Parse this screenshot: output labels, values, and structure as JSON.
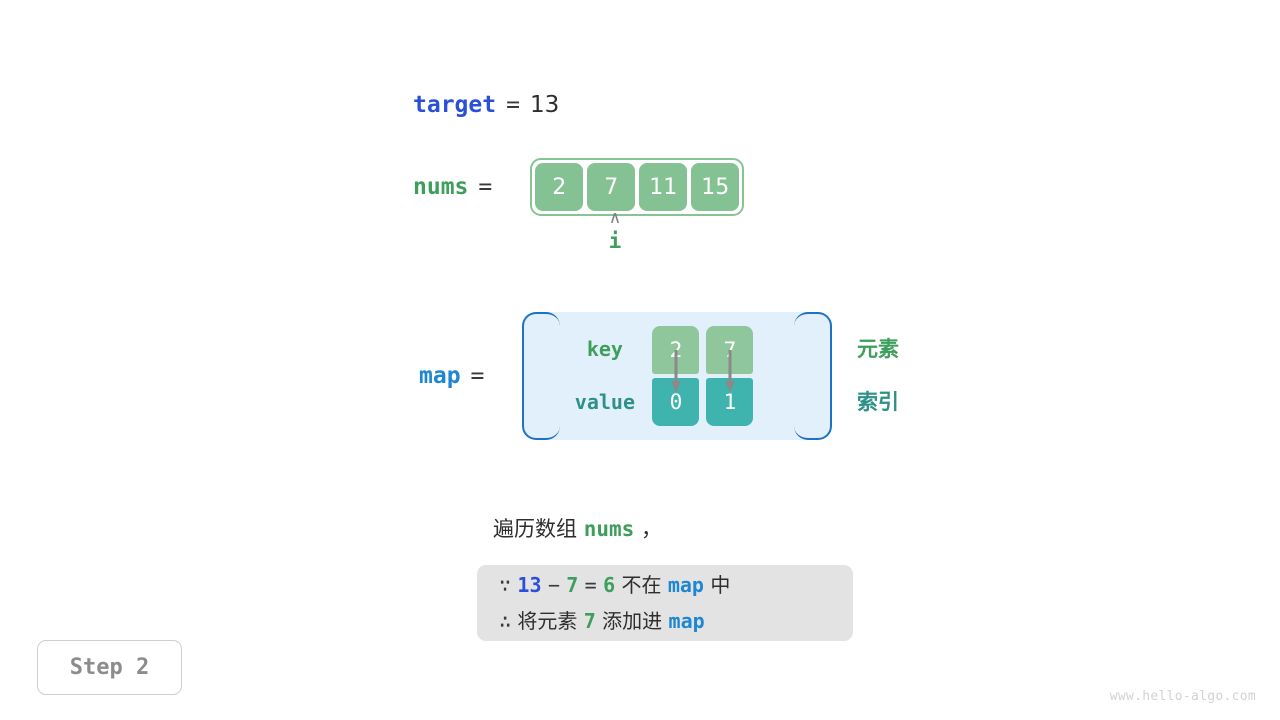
{
  "target": {
    "name": "target",
    "equals": "=",
    "value": "13"
  },
  "nums": {
    "name": "nums",
    "equals": "=",
    "cells": [
      "2",
      "7",
      "11",
      "15"
    ],
    "pointer": {
      "caret": "∧",
      "label": "i",
      "index": 1
    }
  },
  "map": {
    "name": "map",
    "equals": "=",
    "row_labels": [
      "key",
      "value"
    ],
    "keys": [
      "2",
      "7"
    ],
    "values": [
      "0",
      "1"
    ],
    "legend": [
      "元素",
      "索引"
    ]
  },
  "caption": {
    "prefix": "遍历数组 ",
    "code": "nums",
    "suffix": " ，"
  },
  "note": {
    "line1": {
      "because": "∵",
      "a": "13",
      "minus": "−",
      "b": "7",
      "eq": "=",
      "result": "6",
      "text_mid": "不在",
      "map": "map",
      "text_end": "中"
    },
    "line2": {
      "therefore": "∴",
      "text_start": "将元素",
      "elem": "7",
      "text_mid": "添加进",
      "map": "map"
    }
  },
  "step_badge": "Step 2",
  "watermark": "www.hello-algo.com",
  "colors": {
    "target_blue": "#2B50D8",
    "nums_green": "#3E9E5C",
    "map_blue": "#1E87D2",
    "cell_green": "#84C193",
    "key_green": "#8FC69B",
    "value_teal": "#3FB4AE",
    "map_fill": "#E2F0FB",
    "map_border": "#1C72C4",
    "note_bg": "#E3E3E3",
    "arrow_gray": "#8A8A8A",
    "index_teal": "#2E9188"
  }
}
